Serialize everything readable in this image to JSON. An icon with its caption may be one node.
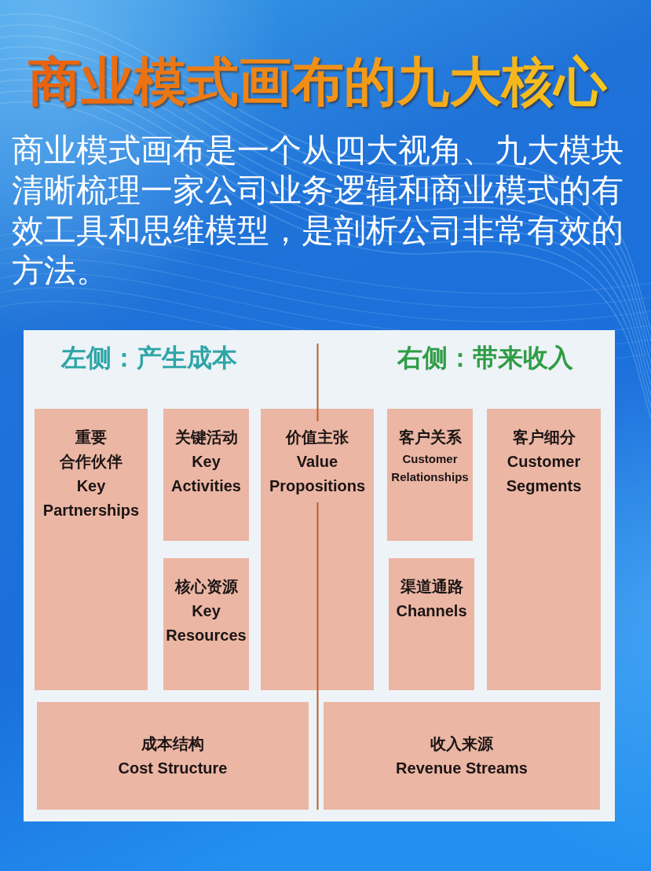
{
  "diagram": {
    "title": "商业模式画布的九大核心",
    "nodes": [
      {
        "text": [
          "左侧：产生成本",
          "右侧：带来收入"
        ]
      },
      {
        "text": [
          "重要合作伙伴",
          "Key Partnerships"
        ],
        "in": 0
      },
      {
        "text": [
          "关键活动",
          "Key Activities"
        ],
        "in": 0
      },
      {
        "text": [
          "价值主张",
          "Value Propositions"
        ],
        "in": 0
      },
      {
        "text": [
          "客户关系",
          "Customer Relationships"
        ],
        "in": 0
      },
      {
        "text": [
          "客户细分",
          "Customer Segments"
        ],
        "in": 0
      },
      {
        "text": [
          "核心资源",
          "Key Resources"
        ],
        "in": 0
      },
      {
        "text": [
          "渠道通路",
          "Channels"
        ],
        "in": 0
      },
      {
        "text": [
          "成本结构",
          "Cost Structure"
        ],
        "in": 0
      },
      {
        "text": [
          "收入来源",
          "Revenue Streams"
        ],
        "in": 0
      }
    ],
    "labels": [
      "商业模式画布是一个从四大视角、九大模块清晰梳理一家公司业务逻辑和商业模式的有效工具和思维模型，是剖析公司非常有效的方法。"
    ]
  }
}
